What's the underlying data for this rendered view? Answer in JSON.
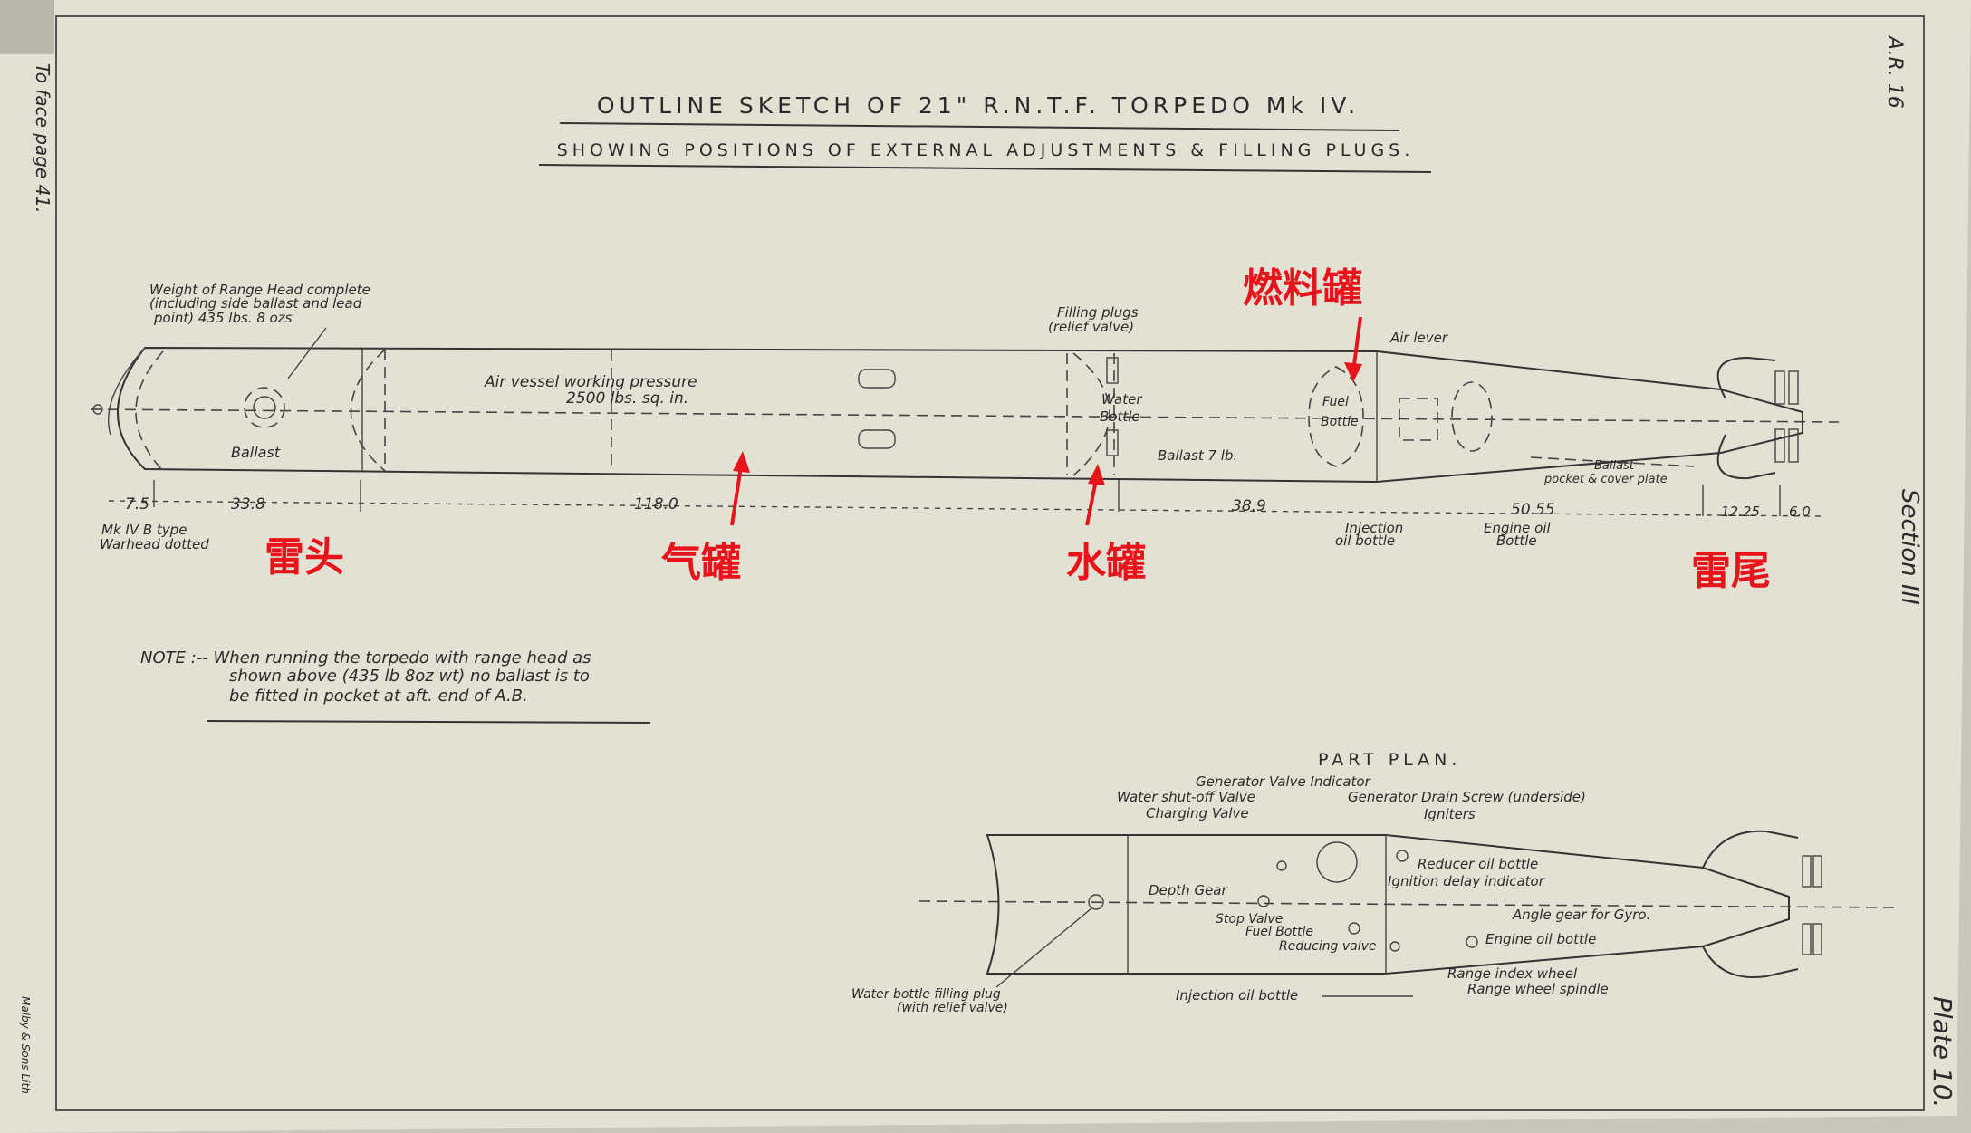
{
  "margin_notes": {
    "top_left": "To face page 41.",
    "top_right": "A.R. 16",
    "section": "Section III",
    "plate": "Plate 10.",
    "printer": "Malby & Sons Lith"
  },
  "title": "OUTLINE SKETCH OF 21\" R.N.T.F. TORPEDO Mk IV.",
  "subtitle": "SHOWING POSITIONS OF EXTERNAL ADJUSTMENTS & FILLING PLUGS.",
  "main_labels": {
    "range_head": [
      "Weight of Range Head complete",
      "(including side ballast and lead",
      "point) 435 lbs. 8 ozs"
    ],
    "air_vessel": [
      "Air vessel working pressure",
      "2500 lbs. sq. in."
    ],
    "filling_plugs": [
      "Filling plugs",
      "(relief valve)"
    ],
    "water_bottle": [
      "Water",
      "Bottle"
    ],
    "ballast_head": "Ballast",
    "ballast_7lb": "Ballast 7 lb.",
    "fuel_bottle": [
      "Fuel",
      "Bottle"
    ],
    "air_lever": "Air lever",
    "injection": [
      "Injection",
      "oil bottle"
    ],
    "engine_oil": [
      "Engine oil",
      "Bottle"
    ],
    "ballast_pocket": [
      "Ballast",
      "pocket & cover plate"
    ],
    "warhead": [
      "Mk IV B type",
      "Warhead dotted"
    ]
  },
  "dimensions": [
    "7.5",
    "33.8",
    "118.0",
    "38.9",
    "50.55",
    "12.25",
    "6.0"
  ],
  "note": [
    "NOTE :-- When running the torpedo with range head as",
    "shown above (435 lb  8oz wt) no ballast is to",
    "be fitted in pocket at aft. end of A.B."
  ],
  "part_plan": {
    "title": "PART PLAN.",
    "labels": {
      "gen_valve_ind": "Generator Valve Indicator",
      "water_shutoff": "Water shut-off Valve",
      "gen_drain": "Generator Drain Screw (underside)",
      "charging": "Charging Valve",
      "igniters": "Igniters",
      "reducer": "Reducer oil bottle",
      "ignition": "Ignition delay indicator",
      "depth_gear": "Depth Gear",
      "angle_gear": "Angle gear for Gyro.",
      "stop_valve": "Stop Valve",
      "fuel_bottle": "Fuel Bottle",
      "reducing": "Reducing valve",
      "engine_oil": "Engine oil bottle",
      "range_index": "Range index wheel",
      "range_spindle": "Range wheel spindle",
      "injection": "Injection oil bottle",
      "water_fill": [
        "Water bottle filling plug",
        "(with relief valve)"
      ]
    }
  },
  "annotations": {
    "fuel_tank": "燃料罐",
    "warhead": "雷头",
    "air_tank": "气罐",
    "water_tank": "水罐",
    "tail": "雷尾"
  },
  "colors": {
    "paper": "#e4e3d6",
    "ink": "#2a2a2a",
    "annotation": "#e8141b"
  }
}
